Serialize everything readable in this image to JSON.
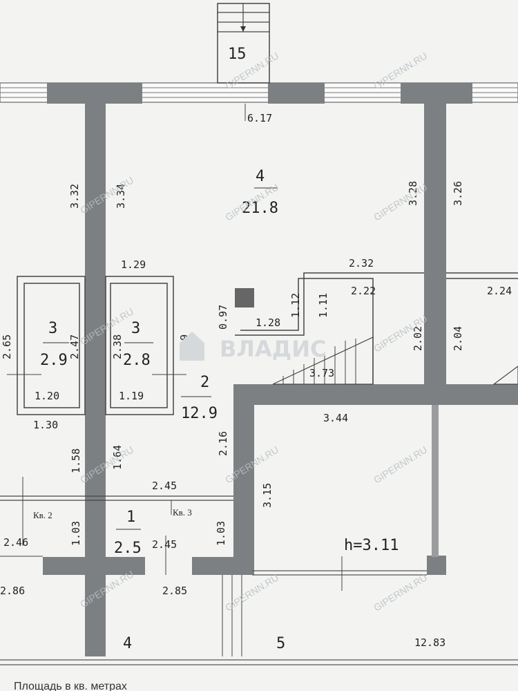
{
  "dimensions": {
    "d617": "6.17",
    "d332": "3.32",
    "d334": "3.34",
    "d328": "3.28",
    "d326": "3.26",
    "d129": "1.29",
    "d232": "2.32",
    "d222": "2.22",
    "d224": "2.24",
    "d097": "0.97",
    "d112": "1.12",
    "d111": "1.11",
    "d128": "1.28",
    "d265": "2.65",
    "d247": "2.47",
    "d238": "2.38",
    "d259": "2.59",
    "d373": "3.73",
    "d202": "2.02",
    "d204": "2.04",
    "d120": "1.20",
    "d119": "1.19",
    "d130": "1.30",
    "d344": "3.44",
    "d216": "2.16",
    "d158": "1.58",
    "d164": "1.64",
    "d315": "3.15",
    "d245a": "2.45",
    "d103a": "1.03",
    "d103b": "1.03",
    "d246": "2.46",
    "d245b": "2.45",
    "d286": "2.86",
    "d285": "2.85",
    "d1283": "12.83"
  },
  "rooms": {
    "r15": "15",
    "r4_num": "4",
    "r4_area": "21.8",
    "r3a_num": "3",
    "r3a_area": "2.9",
    "r3b_num": "3",
    "r3b_area": "2.8",
    "r2_num": "2",
    "r2_area": "12.9",
    "r1_num": "1",
    "r1_area": "2.5",
    "b4": "4",
    "b5": "5"
  },
  "labels": {
    "apt2": "Кв. 2",
    "apt3": "Кв. 3",
    "height": "h=3.11",
    "bottom": "Площадь в кв. метрах"
  },
  "watermark": {
    "site": "GIPERNN.RU",
    "logo": "ВЛАДИС"
  },
  "colors": {
    "wall": "#7d8083",
    "background": "#f3f4f1"
  }
}
